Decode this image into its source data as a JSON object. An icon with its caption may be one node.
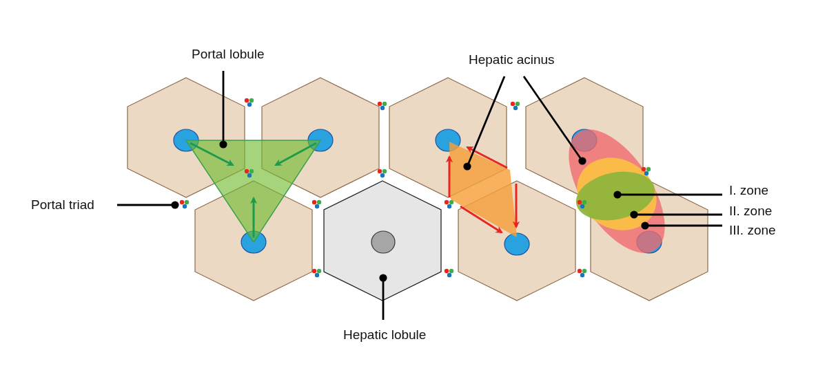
{
  "diagram": {
    "nodes": [
      {
        "text": [
          "Portal lobule"
        ]
      },
      {
        "text": [
          "Hepatic acinus"
        ]
      },
      {
        "text": [],
        "shape": "triangle"
      },
      {
        "text": [],
        "shape": "diamond"
      },
      {
        "text": [],
        "shape": "ellipse"
      },
      {
        "text": [],
        "shape": "ellipse",
        "in": 4
      },
      {
        "text": [],
        "shape": "ellipse",
        "in": 5
      },
      {
        "text": [
          "Portal triad"
        ]
      },
      {
        "text": [],
        "shape": "picture"
      },
      {
        "text": [
          "I. zone"
        ]
      },
      {
        "text": [
          "II. zone"
        ]
      },
      {
        "text": [
          "III. zone"
        ]
      },
      {
        "text": [],
        "shape": "hexagon"
      },
      {
        "text": [
          "Hepatic lobule"
        ]
      }
    ],
    "edges": [
      {
        "from": 0,
        "to": 2,
        "arrow": "other"
      },
      {
        "from": 1,
        "to": 3,
        "arrow": "other"
      },
      {
        "from": 1,
        "to": 4,
        "arrow": "other"
      },
      {
        "from": 7,
        "to": 8,
        "arrow": "other"
      },
      {
        "from": 9,
        "to": 6,
        "arrow": "other"
      },
      {
        "from": 10,
        "to": 5,
        "arrow": "other"
      },
      {
        "from": 11,
        "to": 4,
        "arrow": "other"
      },
      {
        "from": 13,
        "to": 12,
        "arrow": "other"
      }
    ]
  }
}
